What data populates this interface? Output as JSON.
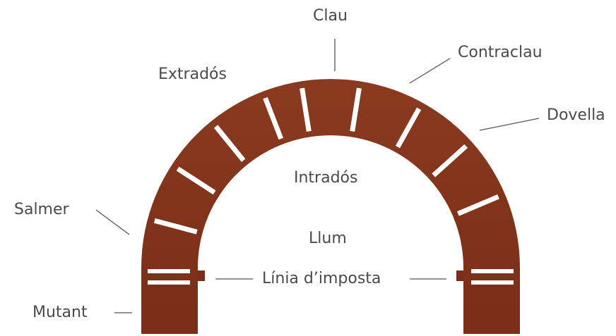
{
  "labels": {
    "clau": "Clau",
    "contraclau": "Contraclau",
    "extrados": "Extradós",
    "dovella": "Dovella",
    "intrados": "Intradós",
    "salmer": "Salmer",
    "llum": "Llum",
    "linia_imposta": "Línia d’imposta",
    "mutant": "Mutant"
  },
  "colors": {
    "arch_fill": "#7a2e17",
    "arch_fill_light": "#8a3a1f",
    "joint": "#ffffff",
    "leader_line": "#555555",
    "label_text": "#4a4a4a"
  }
}
